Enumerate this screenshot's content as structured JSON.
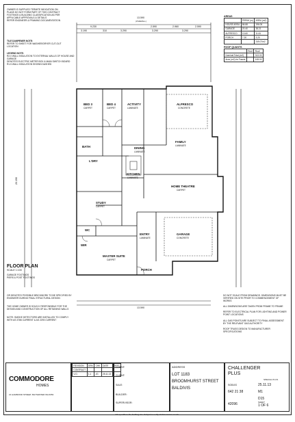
{
  "notes_top": [
    "OWNER IS SUPPLIED TERMITE INDICATION ON PLANS DO NOT FORM PART OF THIS CONTRACT",
    "FOOTINGS & BUILDING CLASSIFICATION AS PER APPLICABLE APPROVALS & DETAILS",
    "REFER ENGINEER & FRAMING DOCUMENTATION"
  ],
  "notes_mid": [
    "TILE DAMPENER NOTE:",
    "REFER TO SHEET FOR WASHER/DRYER CUT-OUT LOCATION"
  ],
  "legend": {
    "title": "LEGEND NOTE:",
    "items": [
      "R2.0 WALL INSULATION TO EXTERNAL WALLS OF HOUSE AND GARAGE",
      "DENOTES ELECTRIC METER BOX & MAIN SWITCH BOARD",
      "R1.5 WALL INSULATION SHOWN DASHED"
    ]
  },
  "areas": {
    "title": "AREAS",
    "headers": [
      "",
      "PERIM (m)",
      "AREA (m2)"
    ],
    "rows": [
      [
        "HOUSE AREA",
        "86.88",
        "196.05"
      ],
      [
        "GARAGE",
        "20.40",
        "38.21"
      ],
      [
        "ALFRESCO",
        "13.60",
        "11.61"
      ],
      [
        "PORCH",
        "7.20",
        "3.20"
      ],
      [
        "",
        "",
        "249.07m2"
      ]
    ]
  },
  "roof": {
    "title": "ROOF QUANTS",
    "headers": [
      "",
      "Roof",
      "Roof"
    ],
    "rows": [
      [
        "Nominal Total (m2)",
        "",
        "313.00"
      ],
      [
        "Area (m2) for Fascia",
        "",
        "108.00"
      ]
    ]
  },
  "dims": {
    "overall_top": "13.590",
    "overall_top_sub": "(OVERALL)",
    "overall_bottom": "13.590",
    "overall_left": "20.190",
    "seg_top": [
      "9.230",
      "2.590",
      "2.960",
      "2.590"
    ],
    "seg_top2": [
      "3.190",
      "310",
      "3.290",
      "3.290",
      "3.290"
    ]
  },
  "rooms": {
    "bed3": {
      "name": "BED 3",
      "sub": "CARPET"
    },
    "bed4": {
      "name": "BED 4",
      "sub": "CARPET"
    },
    "activity": {
      "name": "ACTIVITY",
      "sub": "LAMINATE"
    },
    "alfresco": {
      "name": "ALFRESCO",
      "sub": "CONCRETE"
    },
    "dining": {
      "name": "DINING",
      "sub": "LAMINATE"
    },
    "family": {
      "name": "FAMILY",
      "sub": "LAMINATE"
    },
    "kitchen": {
      "name": "KITCHEN",
      "sub": "LAMINATE"
    },
    "home_theatre": {
      "name": "HOME THEATRE",
      "sub": "CARPET"
    },
    "study": {
      "name": "STUDY",
      "sub": "CARPET"
    },
    "garage": {
      "name": "GARAGE",
      "sub": "CONCRETE"
    },
    "entry": {
      "name": "ENTRY",
      "sub": "LAMINATE"
    },
    "master": {
      "name": "MASTER SUITE",
      "sub": "CARPET"
    },
    "bath": {
      "name": "BATH",
      "sub": ""
    },
    "ldry": {
      "name": "L'DRY",
      "sub": ""
    },
    "wc": {
      "name": "WC",
      "sub": ""
    },
    "wir": {
      "name": "WIR",
      "sub": ""
    },
    "porch": {
      "name": "PORCH",
      "sub": ""
    }
  },
  "floor_plan": {
    "title": "FLOOR PLAN",
    "scale": "SCALE 1:100",
    "items": [
      "GARAGE FOOTINGS",
      "PIERS & POST FOOTINGS"
    ]
  },
  "notes_left": [
    "OR DENOTES POSSIBLE BRICKWORK TO BE SPECIFIED BY ENGINEER DURING FINAL STRUCTURAL DESIGN",
    "THE HOME OWNER IS SOLELY RESPONSIBLE FOR THE DESIGN AND CONSTRUCTION OF ALL RETAINING WALLS",
    "NOTE: SMOKE DETECTORS ARE INSTALLED TO COMPLY WITH AS 3786 CURRENT & AS 2293 CURRENT"
  ],
  "notes_right": [
    "DO NOT SCALE FROM DRAWINGS. DIMENSIONS MUST BE VERIFIED ON SITE PRIOR TO COMMENCEMENT OF WORKS",
    "ALL DIMENSIONS ARE TAKEN FROM FRAME TO FRAME",
    "REFER TO ELECTRICAL PLAN FOR LIGHTING AND POWER POINT LOCATIONS",
    "ALL GAS POINTS ARE SUBJECT TO FINAL ASSESSMENT BY THE RELEVANT GAS AUTHORITY",
    "ROOF TRUSS DESIGN TO MANUFACTURER SPECIFICATIONS"
  ],
  "title_block": {
    "company": "COMMODORE",
    "company_sub": "HOMES",
    "address_small": "21 HAMMOND STREET, BAYSWATER WA 6053",
    "revision_headers": [
      "REVISION",
      "DRN",
      "CHK",
      "DATE",
      "DESC"
    ],
    "revision_rows": [
      [
        "CONTRACT",
        "",
        "",
        "",
        ""
      ],
      [
        "V.O.",
        "1.1",
        "JG",
        "25.11.13",
        ""
      ]
    ],
    "client_labels": [
      "CLIENT:",
      "CLIENT:",
      "SALE:",
      "BUILDER:",
      "SUPERVISOR:"
    ],
    "address_label": "ADDRESS",
    "lot": "LOT 1183",
    "street": "BROOMHURST STREET",
    "suburb": "BALDIVIS",
    "design": "CHALLENGER",
    "design_sub": "PLUS",
    "special_plus": "SPECIAL PLUS",
    "drawn": "SGB/JG",
    "date": "25.11.13",
    "job_no": "642 21 38",
    "scale_val": "M1",
    "drawing_no": "D15",
    "sheet_label": "SHEET",
    "sheet": "1 OF 6",
    "code": "42096",
    "footer": "Job specific to the building site. Subject to verify all dimensions on site."
  }
}
